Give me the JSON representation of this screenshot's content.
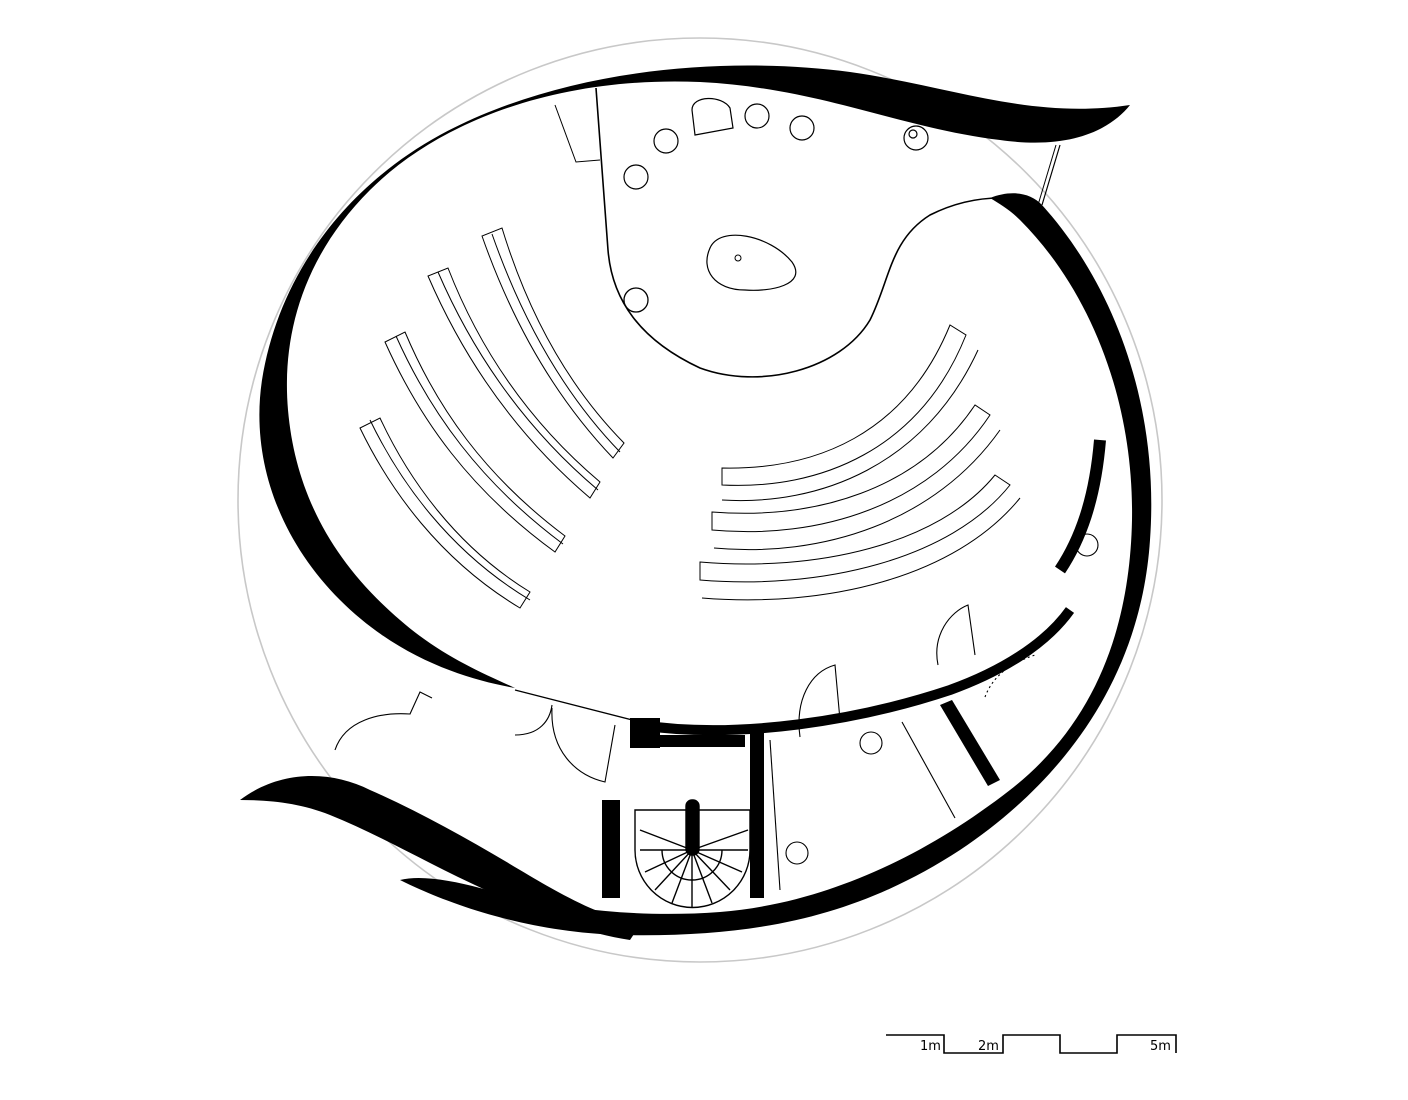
{
  "drawing": {
    "type": "architectural floor plan",
    "description": "Circular pavilion with auditorium seating",
    "colors": {
      "wall": "#000000",
      "line": "#000000",
      "site_circle": "#c8c8c8",
      "background": "#ffffff"
    }
  },
  "scale_bar": {
    "labels": [
      "1m",
      "2m",
      "5m"
    ],
    "units": "m"
  },
  "elements": {
    "outer_wall": "curved-shell-wall",
    "seating_left_rows": 4,
    "seating_right_rows": 3,
    "stools": 4,
    "spiral_stair": "spiral-staircase",
    "entrances": 2
  }
}
